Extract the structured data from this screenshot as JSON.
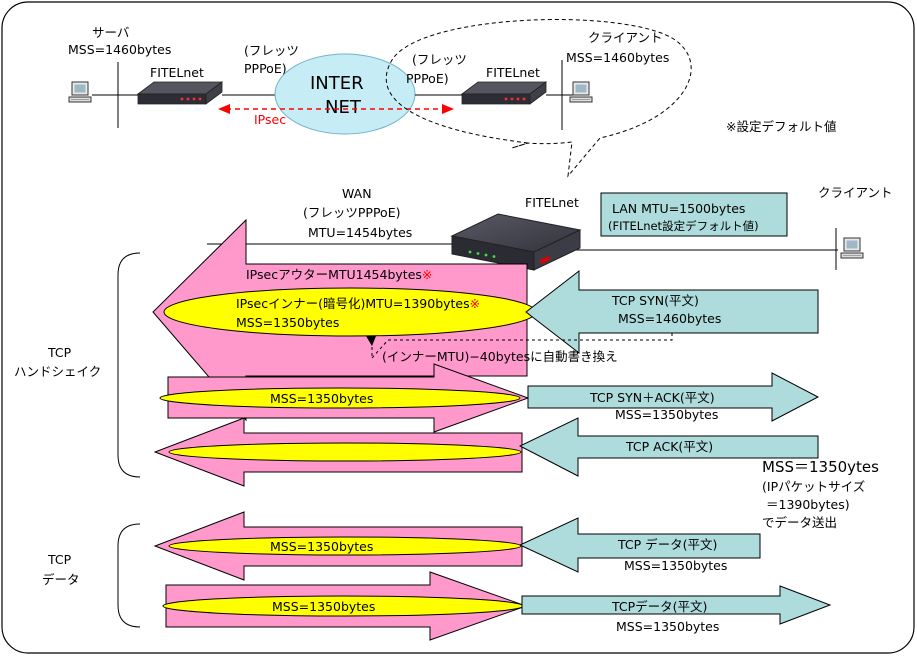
{
  "diagram": {
    "server_label": "サーバ",
    "server_mss": "MSS=1460bytes",
    "left_router_label": "FITELnet",
    "left_pppoe_line1": "(フレッツ",
    "left_pppoe_line2": "PPPoE)",
    "internet_line1": "INTER",
    "internet_line2": "NET",
    "ipsec_label": "IPsec",
    "right_pppoe_line1": "(フレッツ",
    "right_pppoe_line2": "PPPoE)",
    "right_router_label": "FITELnet",
    "client_top_label": "クライアント",
    "client_top_mss": "MSS=1460bytes",
    "default_note": "※設定デフォルト値",
    "wan_line1": "WAN",
    "wan_line2": "(フレッツPPPoE)",
    "wan_mtu": "MTU=1454bytes",
    "center_router_label": "FITELnet",
    "lan_mtu_line1": "LAN MTU=1500bytes",
    "lan_mtu_line2": "(FITELnet設定デフォルト値)",
    "client_right_label": "クライアント",
    "ipsec_outer": "IPsecアウターMTU1454bytes",
    "ipsec_outer_mark": "※",
    "ipsec_inner": "IPsecインナー(暗号化)MTU=1390bytes",
    "ipsec_inner_mark": "※",
    "ipsec_inner_mss": "MSS=1350bytes",
    "tcp_syn_line1": "TCP  SYN(平文)",
    "tcp_syn_line2": "MSS=1460bytes",
    "rewrite_note": "(インナーMTU)−40bytesに自動書き換え",
    "handshake_line1": "TCP",
    "handshake_line2": "ハンドシェイク",
    "synack_mss": "MSS=1350bytes",
    "tcp_synack_line1": "TCP SYN＋ACK(平文)",
    "tcp_synack_line2": "MSS=1350bytes",
    "tcp_ack": "TCP  ACK(平文)",
    "note_line1": "MSS＝1350ytes",
    "note_line2": "(IPパケットサイズ",
    "note_line3": "＝1390bytes)",
    "note_line4": "でデータ送出",
    "data_line1": "TCP",
    "data_line2": "データ",
    "data1_mss": "MSS=1350bytes",
    "tcp_data1_line1": "TCP  データ(平文)",
    "tcp_data1_line2": "MSS=1350bytes",
    "data2_mss": "MSS=1350bytes",
    "tcp_data2_line1": "TCPデータ(平文)",
    "tcp_data2_line2": "MSS=1350bytes"
  },
  "colors": {
    "outer_tunnel": "#ff99cc",
    "inner_tunnel": "#ffff00",
    "plain_packet": "#aedbdb",
    "internet_cloud": "#c6ecf6",
    "ipsec_arrow": "#ff0000",
    "lan_box": "#aedbdb"
  }
}
